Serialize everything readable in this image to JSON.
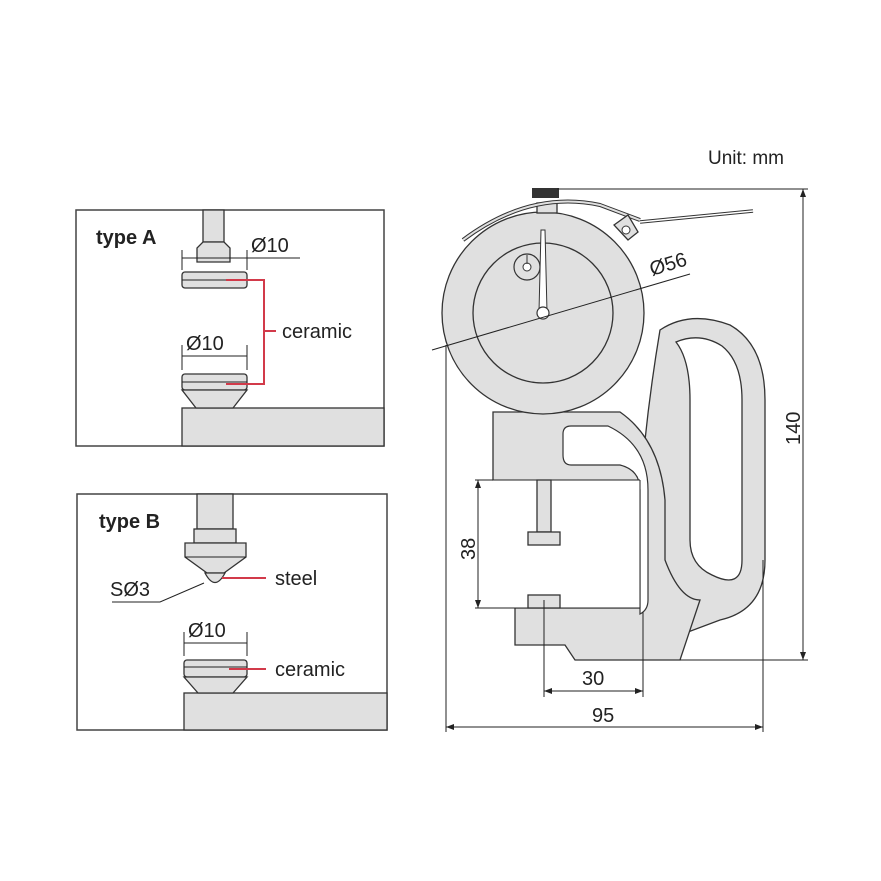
{
  "unit_label": "Unit: mm",
  "type_a": {
    "title": "type A",
    "upper_diameter": "Ø10",
    "lower_diameter": "Ø10",
    "material": "ceramic"
  },
  "type_b": {
    "title": "type B",
    "tip_label": "SØ3",
    "tip_material": "steel",
    "lower_diameter": "Ø10",
    "lower_material": "ceramic"
  },
  "gauge": {
    "dial_diameter": "Ø56",
    "height": "140",
    "throat_gap": "38",
    "throat_depth": "30",
    "width": "95"
  },
  "colors": {
    "part_fill": "#e0e0e0",
    "outline": "#333333",
    "material_leader": "#d23a4a"
  }
}
